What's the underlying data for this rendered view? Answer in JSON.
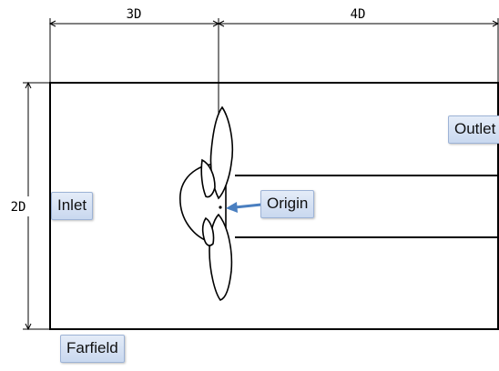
{
  "dimensions": {
    "upstream_length": "3D",
    "downstream_length": "4D",
    "domain_height": "2D"
  },
  "labels": {
    "inlet": "Inlet",
    "outlet": "Outlet",
    "origin": "Origin",
    "farfield": "Farfield"
  },
  "colors": {
    "label_fill": "#c9d8ef",
    "arrow": "#4a7fc0",
    "line": "#000000"
  }
}
